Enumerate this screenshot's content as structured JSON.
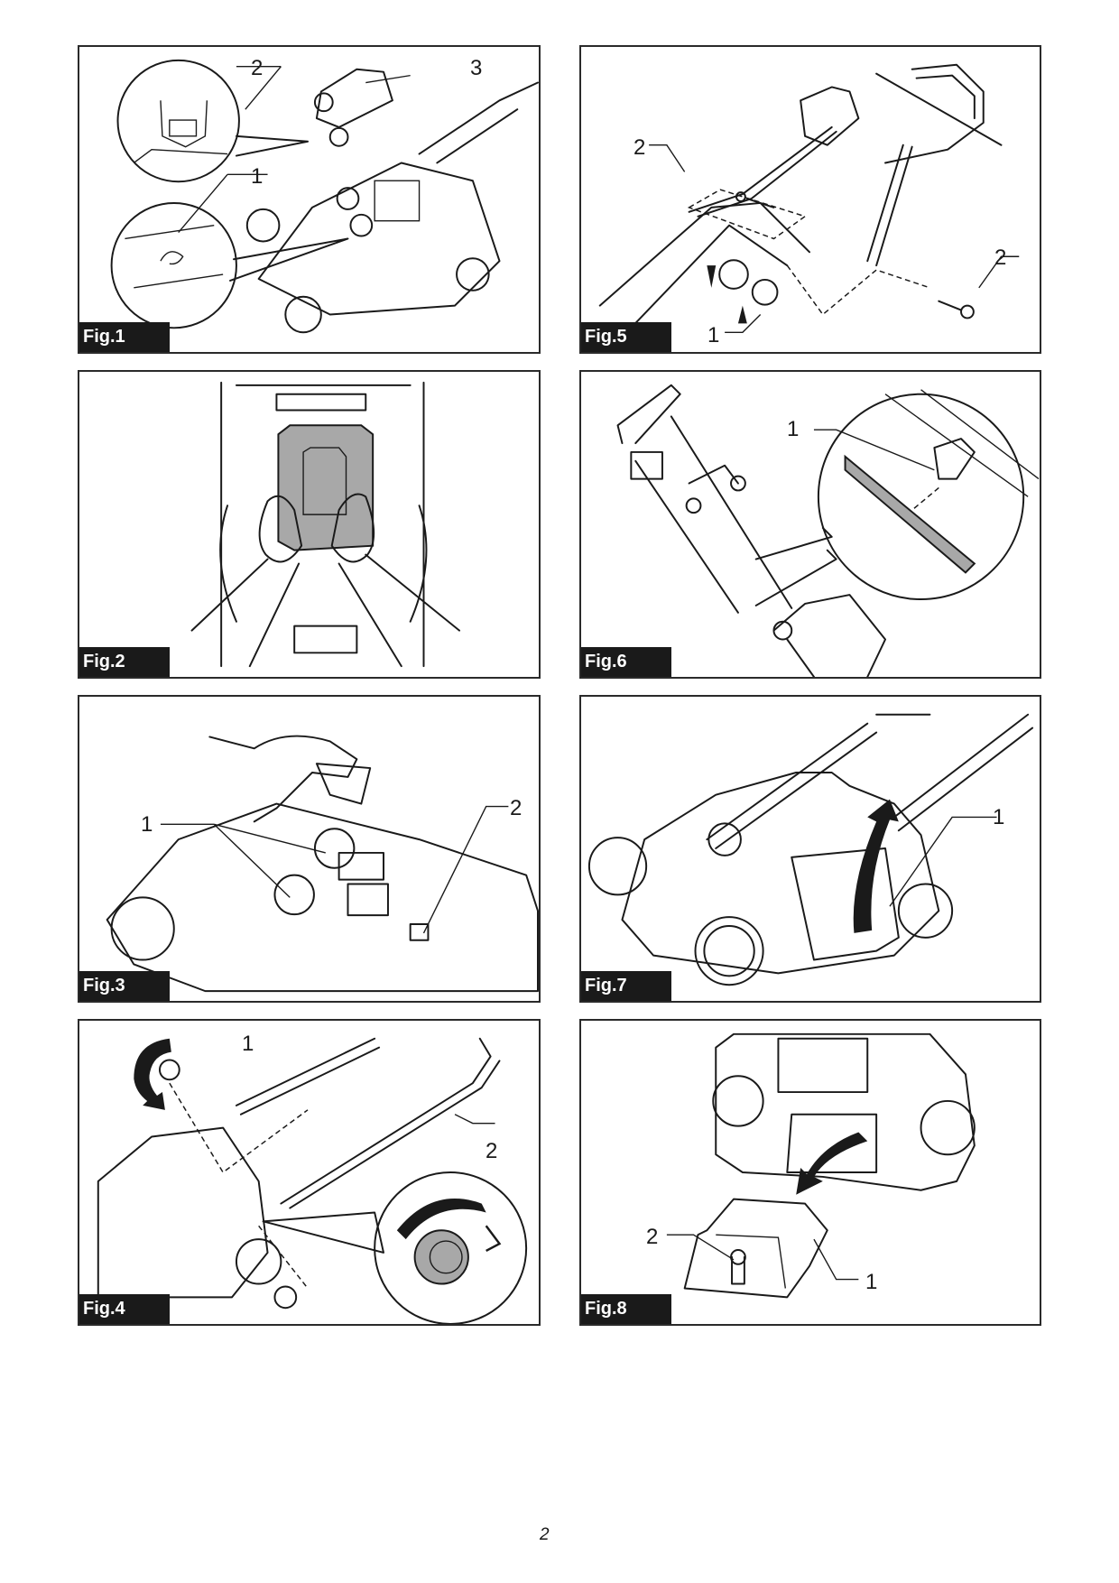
{
  "page": {
    "page_number": "2"
  },
  "figures": [
    {
      "id": "fig1",
      "label": "Fig.1",
      "callouts": [
        "1",
        "2",
        "3"
      ],
      "description": "Mower deck viewed from above with battery cover; detail circles show hook (1) and retaining clip (2); cover (3)"
    },
    {
      "id": "fig2",
      "label": "Fig.2",
      "callouts": [],
      "description": "Two hands inserting battery cartridge (shaded) into mower compartment, top view"
    },
    {
      "id": "fig3",
      "label": "Fig.3",
      "callouts": [
        "1",
        "2"
      ],
      "description": "Hand lifting battery cover; circled latches (1); lever (2)"
    },
    {
      "id": "fig4",
      "label": "Fig.4",
      "callouts": [
        "1",
        "2"
      ],
      "description": "Rotating knob (1) to attach lower handle (2) to mower; detail circle shows knob tightening"
    },
    {
      "id": "fig5",
      "label": "Fig.5",
      "callouts": [
        "1",
        "2",
        "2"
      ],
      "description": "Handle assembly with switch box; knobs (1) and bolts (2) with dashed alignment guides"
    },
    {
      "id": "fig6",
      "label": "Fig.6",
      "callouts": [
        "1"
      ],
      "description": "Handle with cable; detail circle shows cable clip (1)"
    },
    {
      "id": "fig7",
      "label": "Fig.7",
      "callouts": [
        "1"
      ],
      "description": "Rear view of mower; lifting rear flap (1) with curved arrow"
    },
    {
      "id": "fig8",
      "label": "Fig.8",
      "callouts": [
        "1",
        "2"
      ],
      "description": "Mulching plug (1) with handle (2) inserted into mower discharge with arrow"
    }
  ]
}
